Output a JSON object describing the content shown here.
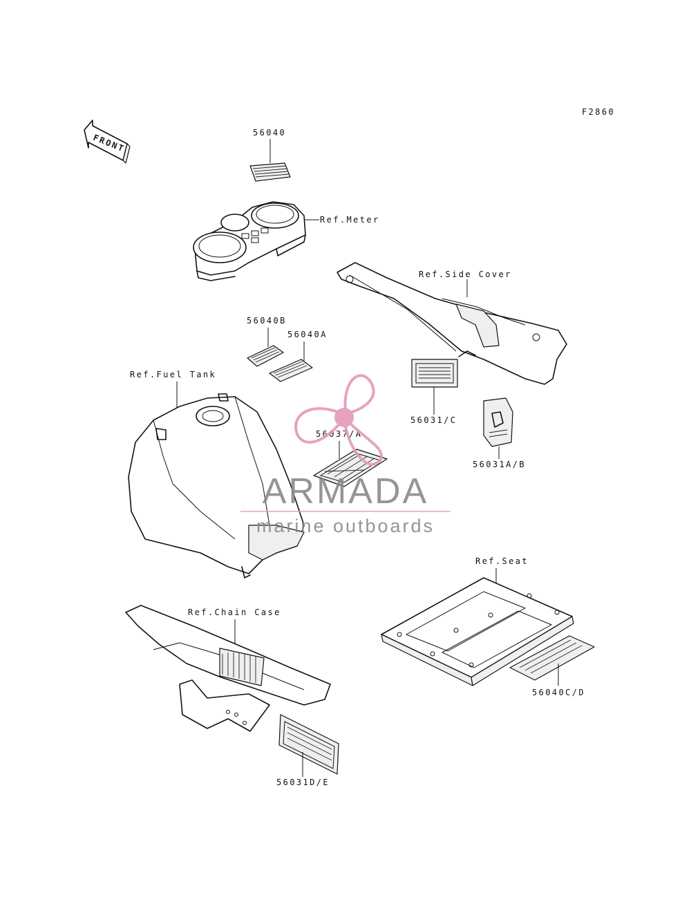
{
  "figure_code": "F2860",
  "front_arrow": {
    "label": "FRONT"
  },
  "labels": {
    "p56040": "56040",
    "ref_meter": "Ref.Meter",
    "ref_side_cover": "Ref.Side Cover",
    "p56040b": "56040B",
    "p56040a": "56040A",
    "ref_fuel_tank": "Ref.Fuel Tank",
    "p56031c": "56031/C",
    "p56037a": "56037/A",
    "p56031ab": "56031A/B",
    "ref_seat": "Ref.Seat",
    "ref_chain_case": "Ref.Chain Case",
    "p56040cd": "56040C/D",
    "p56031de": "56031D/E"
  },
  "watermark": {
    "title": "ARMADA",
    "subtitle": "marine outboards",
    "color_text": "#8a8a8a",
    "color_accent": "#e39ab8"
  }
}
